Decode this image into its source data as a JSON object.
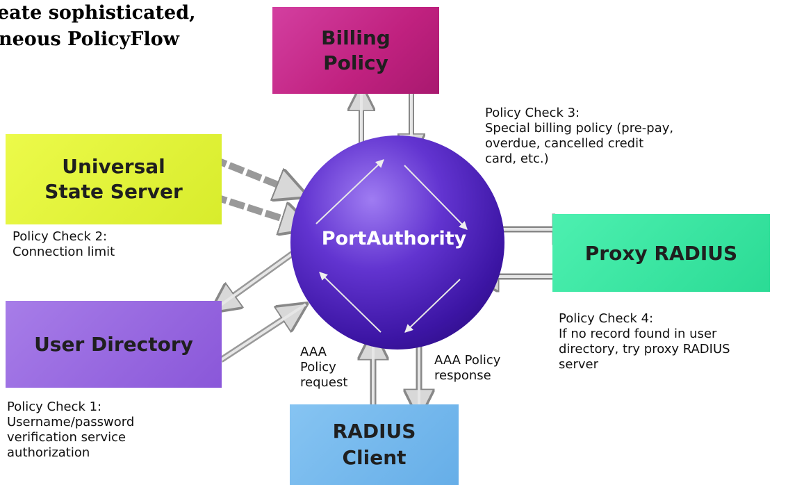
{
  "heading": {
    "line1": "eate sophisticated,",
    "line2": "neous PolicyFlow"
  },
  "boxes": {
    "billing": [
      "Billing",
      "Policy"
    ],
    "universal_state_server": [
      "Universal",
      "State Server"
    ],
    "user_directory": "User Directory",
    "proxy_radius": "Proxy RADIUS",
    "radius_client": [
      "RADIUS",
      "Client"
    ]
  },
  "hub": "PortAuthority",
  "labels": {
    "policy_check_3": "Policy Check 3:\nSpecial billing policy (pre-pay,\noverdue, cancelled credit\ncard, etc.)",
    "policy_check_2": "Policy Check 2:\nConnection limit",
    "policy_check_4": "Policy Check 4:\nIf no record found in user\ndirectory, try proxy RADIUS\nserver",
    "policy_check_1": "Policy Check 1:\nUsername/password\nverification service\nauthorization",
    "aaa_request": "AAA\nPolicy\nrequest",
    "aaa_response": "AAA Policy\nresponse"
  },
  "colors": {
    "billing": "#c0217f",
    "universal_state_server": "#dcef33",
    "user_directory": "#9062dc",
    "proxy_radius": "#33e0a0",
    "radius_client": "#72b6ec",
    "hub": "#4a1fb8"
  }
}
